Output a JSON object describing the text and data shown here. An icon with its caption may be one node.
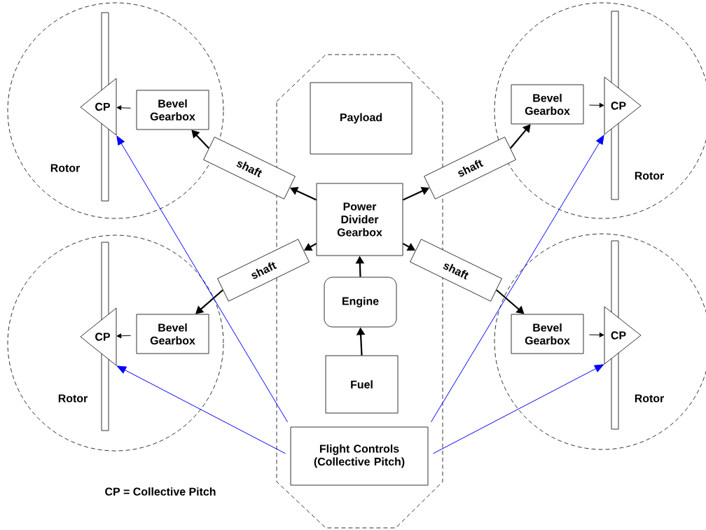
{
  "diagram": {
    "nodes": [
      {
        "text": [
          "Rotor"
        ]
      },
      {
        "text": [
          "CP"
        ],
        "in": 0
      },
      {
        "text": [
          "Bevel Gearbox"
        ],
        "in": 0
      },
      {
        "text": [
          "Rotor"
        ]
      },
      {
        "text": [
          "Bevel Gearbox"
        ],
        "in": 3
      },
      {
        "text": [
          "CP"
        ],
        "in": 3
      },
      {
        "text": [],
        "shape": "octagon"
      },
      {
        "text": [
          "Payload"
        ],
        "in": 6
      },
      {
        "text": [
          "shaft"
        ]
      },
      {
        "text": [
          "shaft"
        ]
      },
      {
        "text": [
          "Power Divider Gearbox"
        ],
        "in": 6
      },
      {
        "text": [
          "shaft"
        ]
      },
      {
        "text": [
          "shaft"
        ]
      },
      {
        "text": [
          "Rotor"
        ]
      },
      {
        "text": [
          "CP"
        ],
        "in": 13
      },
      {
        "text": [
          "Bevel Gearbox"
        ],
        "in": 13
      },
      {
        "text": [
          "Engine"
        ],
        "in": 6
      },
      {
        "text": [
          "Rotor"
        ]
      },
      {
        "text": [
          "Bevel Gearbox"
        ],
        "in": 17
      },
      {
        "text": [
          "CP"
        ],
        "in": 17
      },
      {
        "text": [
          "Fuel"
        ],
        "in": 6
      },
      {
        "text": [
          "Flight Controls (Collective Pitch)"
        ],
        "in": 6
      }
    ],
    "edges": [
      {
        "from": 10,
        "to": 8,
        "arrow": "to"
      },
      {
        "from": 8,
        "to": 2,
        "arrow": "to"
      },
      {
        "from": 10,
        "to": 9,
        "arrow": "to"
      },
      {
        "from": 9,
        "to": 4,
        "arrow": "to"
      },
      {
        "from": 10,
        "to": 11,
        "arrow": "to"
      },
      {
        "from": 11,
        "to": 15,
        "arrow": "to"
      },
      {
        "from": 10,
        "to": 12,
        "arrow": "to"
      },
      {
        "from": 12,
        "to": 18,
        "arrow": "to"
      },
      {
        "from": 2,
        "to": 1,
        "arrow": "to"
      },
      {
        "from": 4,
        "to": 5,
        "arrow": "to"
      },
      {
        "from": 15,
        "to": 14,
        "arrow": "to"
      },
      {
        "from": 18,
        "to": 19,
        "arrow": "to"
      },
      {
        "from": 16,
        "to": 10,
        "arrow": "to"
      },
      {
        "from": 20,
        "to": 16,
        "arrow": "to"
      },
      {
        "from": 21,
        "to": 1,
        "arrow": "to",
        "color": "#0000ff"
      },
      {
        "from": 21,
        "to": 5,
        "arrow": "to",
        "color": "#0000ff"
      },
      {
        "from": 21,
        "to": 14,
        "arrow": "to",
        "color": "#0000ff"
      },
      {
        "from": 21,
        "to": 19,
        "arrow": "to",
        "color": "#0000ff"
      }
    ],
    "labels": [
      "CP = Collective Pitch"
    ]
  }
}
